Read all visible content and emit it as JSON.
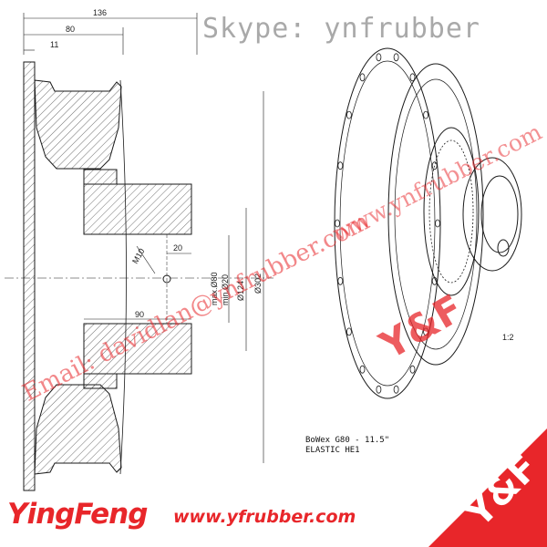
{
  "watermarks": {
    "skype": "Skype: ynfrubber",
    "email": "Email: davidlan@ynfrubber.com",
    "website_diagonal": "www.ynfrubber.com"
  },
  "footer": {
    "brand": "YingFeng",
    "website": "www.yfrubber.com"
  },
  "logos": {
    "center_logo": "Y&F",
    "corner_logo": "Y&F"
  },
  "drawing": {
    "dimensions": {
      "overall_width": "136",
      "hub_width": "80",
      "flange_width": "11",
      "thread": "M10",
      "set_screw_offset": "20",
      "bore_length": "90",
      "bore_max": "max.Ø80",
      "bore_min": "min.Ø20",
      "hub_diameter": "Ø124",
      "outer_diameter": "Ø302"
    },
    "caption_line1": "BoWex G80 - 11.5\"",
    "caption_line2": "ELASTIC HE1",
    "scale": "1:2"
  },
  "colors": {
    "brand_red": "#e8262a",
    "skype_gray": "#a9a9a9",
    "line": "#1a1a1a"
  }
}
